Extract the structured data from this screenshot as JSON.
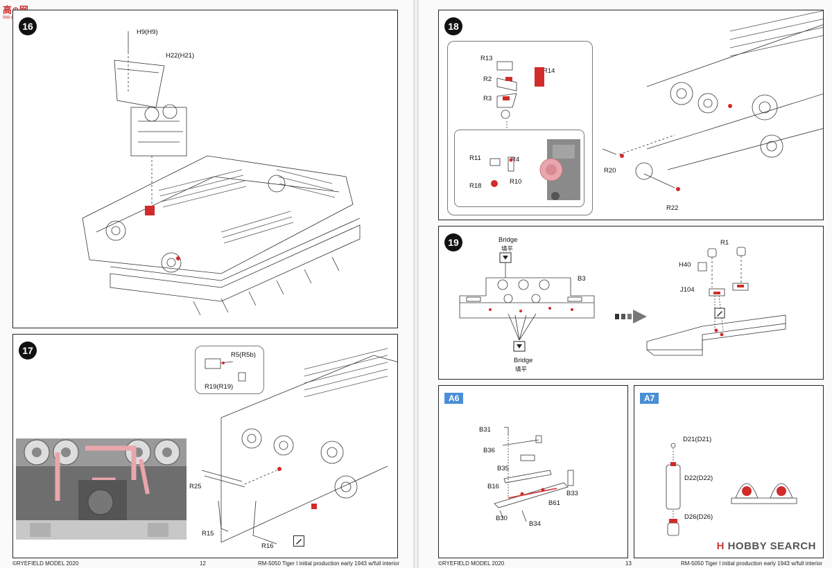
{
  "watermark": {
    "brand": "高⊕网",
    "sub": "988-8888.com"
  },
  "left_page": {
    "step16": {
      "number": "16",
      "labels": {
        "h9": "H9(H9)",
        "h22": "H22(H21)"
      }
    },
    "step17": {
      "number": "17",
      "labels": {
        "r5": "R5(R5b)",
        "r19": "R19(R19)",
        "r25": "R25",
        "r15": "R15",
        "r16": "R16"
      }
    },
    "footer": {
      "copyright": "©RYEFIELD MODEL 2020",
      "page": "12",
      "title": "RM-5050 Tiger I initial production early 1943 w/full interior"
    }
  },
  "right_page": {
    "step18": {
      "number": "18",
      "labels": {
        "r13": "R13",
        "r2": "R2",
        "r14": "R14",
        "r3": "R3",
        "r11": "R11",
        "r4": "R4",
        "r18": "R18",
        "r10": "R10",
        "r20": "R20",
        "r22": "R22"
      }
    },
    "step19": {
      "number": "19",
      "labels": {
        "bridge_top": "Bridge",
        "bridge_top_cn": "填平",
        "b3": "B3",
        "bridge_bottom": "Bridge",
        "bridge_bottom_cn": "填平",
        "r1": "R1",
        "h40": "H40",
        "j104": "J104"
      }
    },
    "a6": {
      "tag": "A6",
      "labels": {
        "b31": "B31",
        "b36": "B36",
        "b35": "B35",
        "b16": "B16",
        "b33": "B33",
        "b61": "B61",
        "b30": "B30",
        "b34": "B34"
      }
    },
    "a7": {
      "tag": "A7",
      "labels": {
        "d21": "D21(D21)",
        "d22": "D22(D22)",
        "d26": "D26(D26)"
      }
    },
    "footer": {
      "copyright": "©RYEFIELD MODEL 2020",
      "page": "13",
      "title": "RM-5050 Tiger I initial production early 1943 w/full interior"
    },
    "hobby_search": {
      "mark": "H",
      "text": "HOBBY SEARCH"
    }
  },
  "colors": {
    "accent_red": "#d12b2b",
    "tag_blue": "#4a8fd6",
    "photo_pink": "#e9a6ad"
  }
}
